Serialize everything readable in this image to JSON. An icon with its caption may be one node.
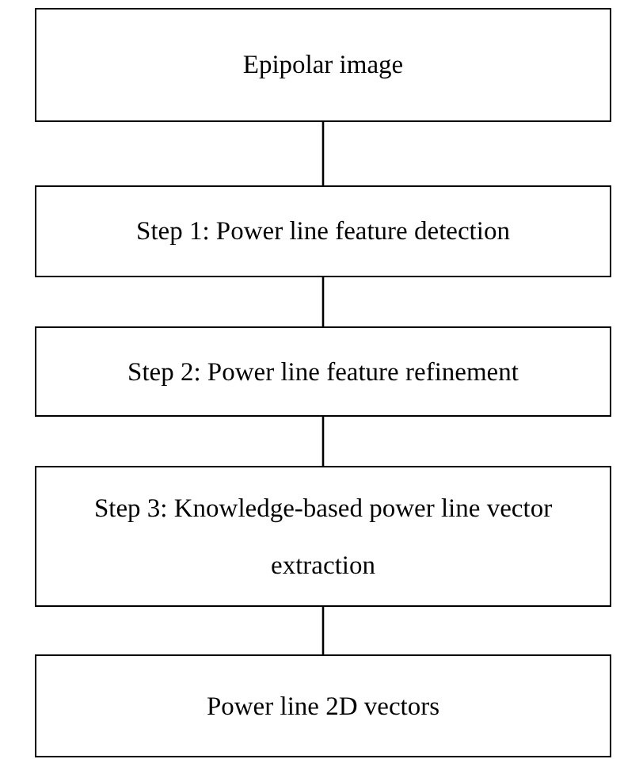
{
  "diagram": {
    "nodes": [
      {
        "text": [
          "Epipolar image"
        ]
      },
      {
        "text": [
          "Step 1: Power line feature detection"
        ]
      },
      {
        "text": [
          "Step 2: Power line feature refinement"
        ]
      },
      {
        "text": [
          "Step 3: Knowledge-based power line vector extraction"
        ]
      },
      {
        "text": [
          "Power line 2D vectors"
        ]
      }
    ],
    "edges": [
      {
        "from": 0,
        "to": 1,
        "arrow": "none"
      },
      {
        "from": 1,
        "to": 2,
        "arrow": "none"
      },
      {
        "from": 2,
        "to": 3,
        "arrow": "none"
      },
      {
        "from": 3,
        "to": 4,
        "arrow": "none"
      }
    ]
  }
}
